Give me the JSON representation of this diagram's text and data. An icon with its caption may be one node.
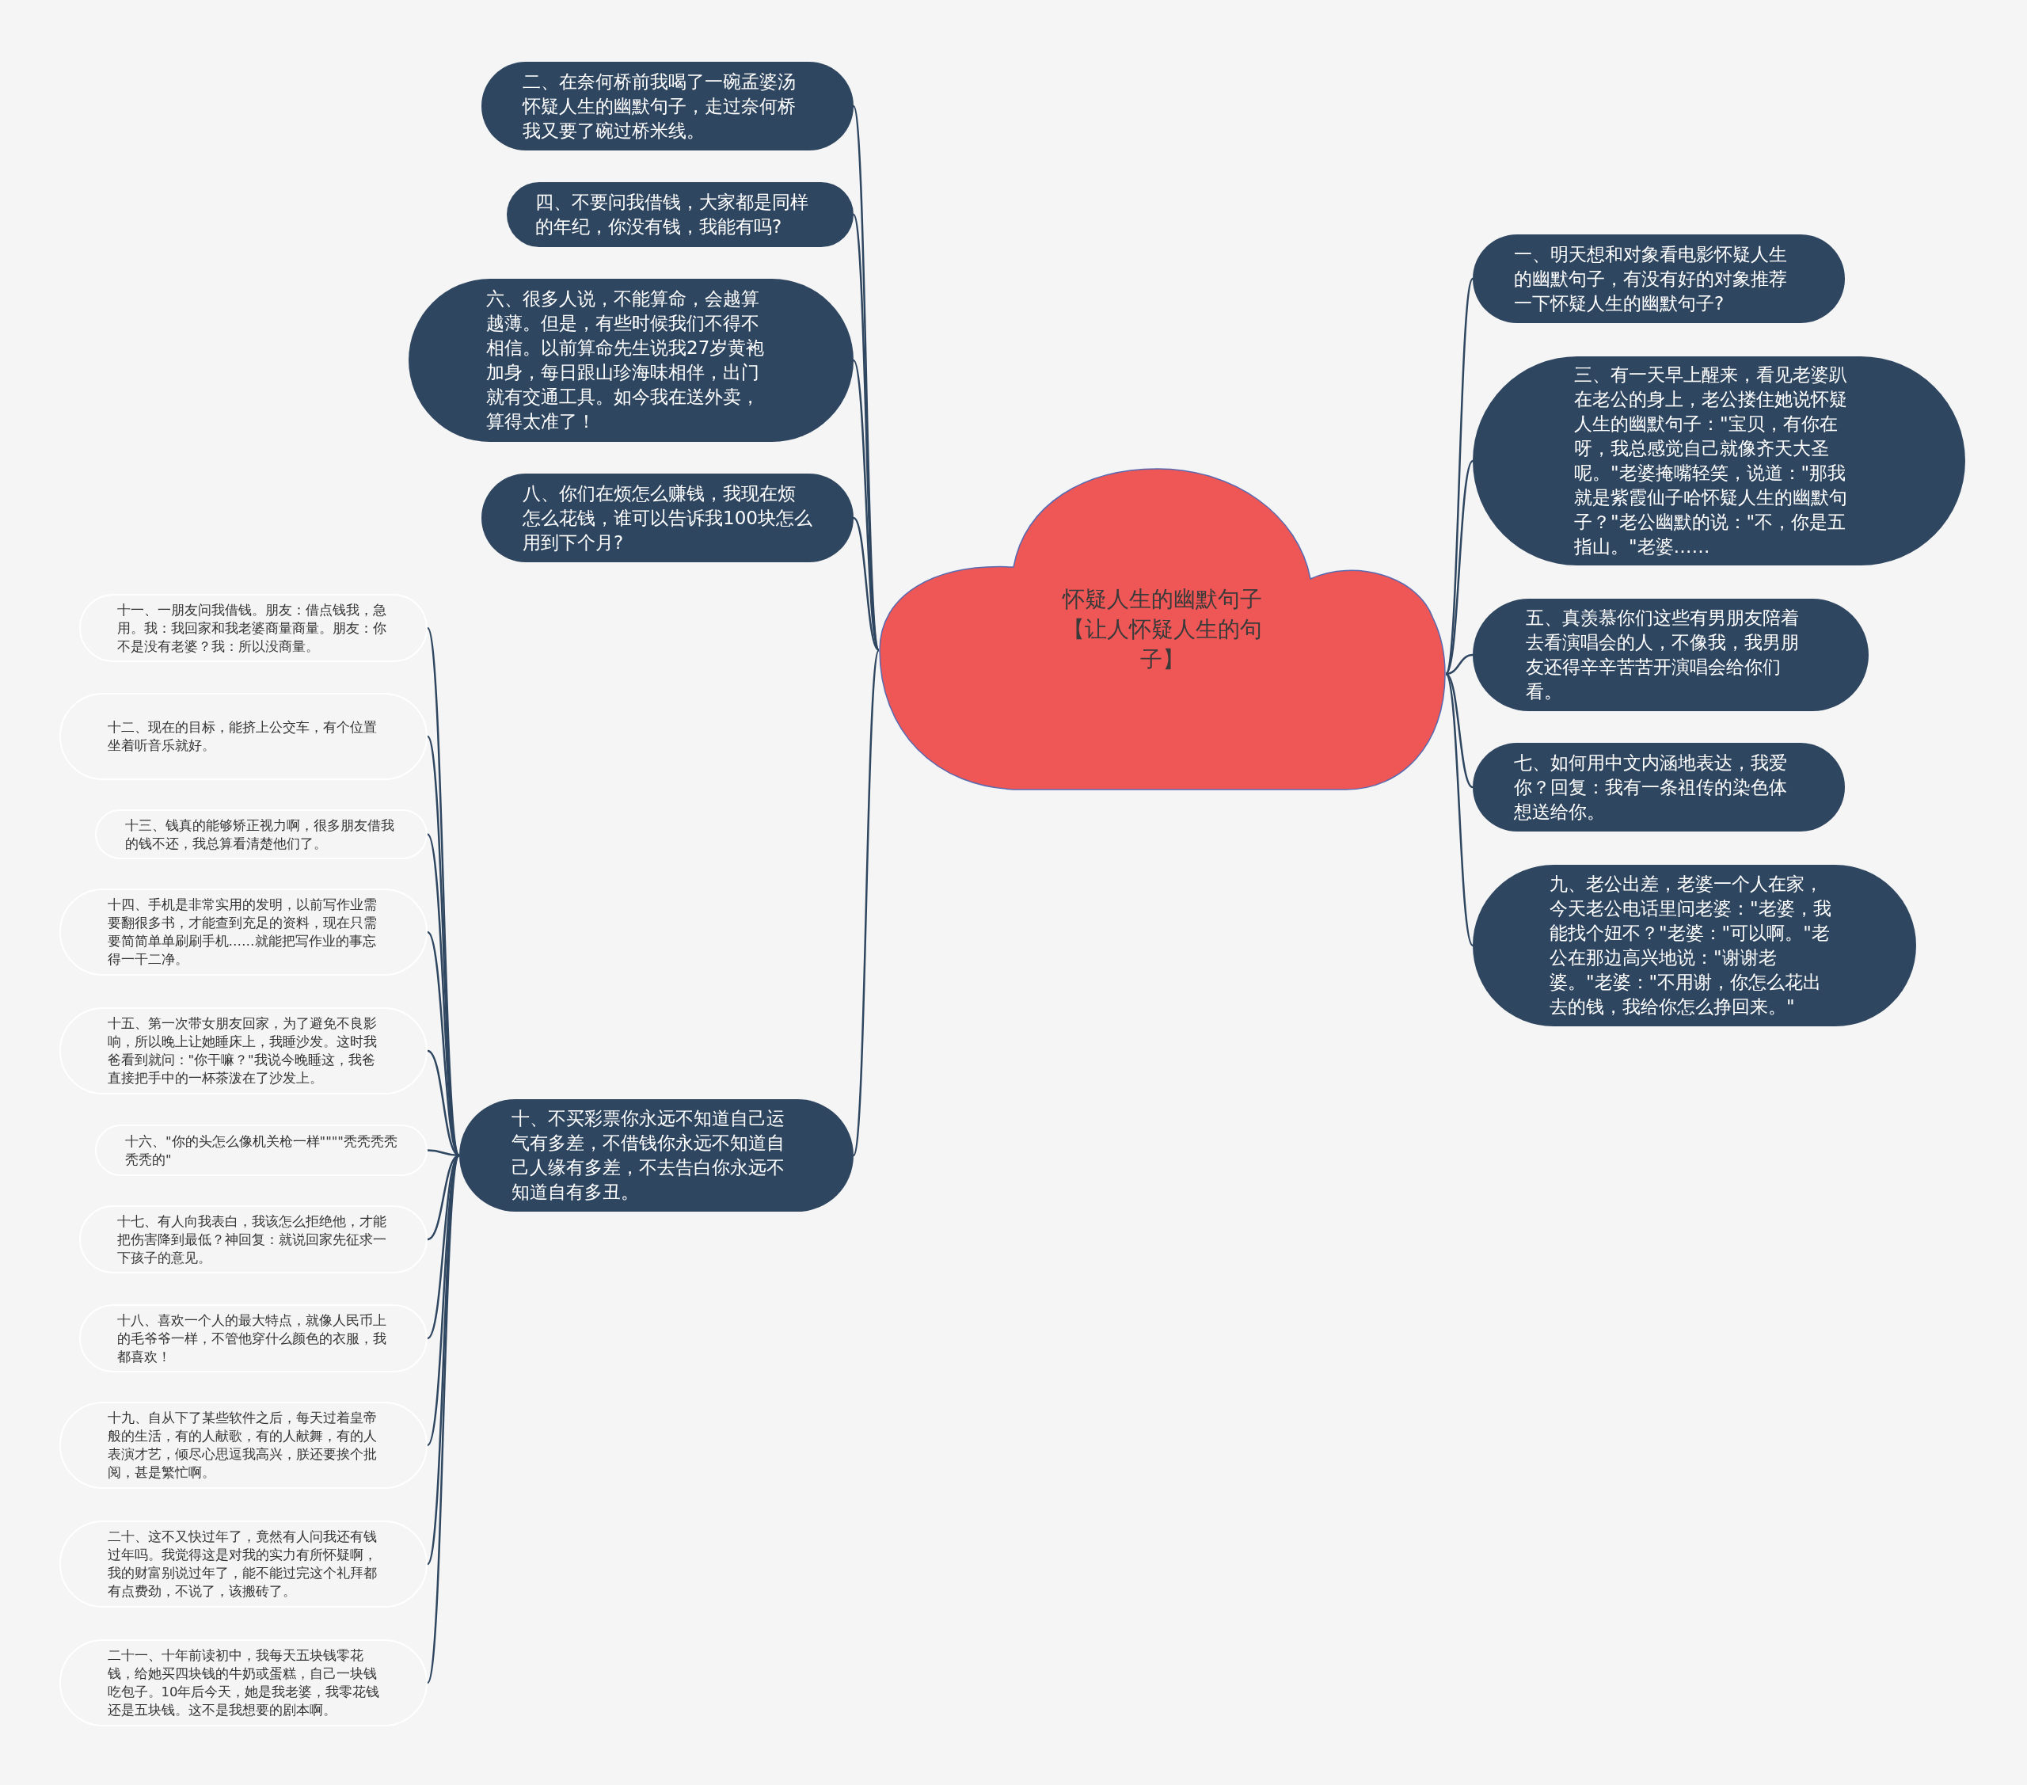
{
  "diagram": {
    "nodes": [
      {
        "text": [
          "怀疑人生的幽默句子【让人怀疑人生的句子】"
        ]
      },
      {
        "text": [
          "二、在奈何桥前我喝了一碗孟婆汤怀疑人生的幽默句子，走过奈何桥我又要了碗过桥米线。"
        ]
      },
      {
        "text": [
          "四、不要问我借钱，大家都是同样的年纪，你没有钱，我能有吗?"
        ]
      },
      {
        "text": [
          "六、很多人说，不能算命，会越算越薄。但是，有些时候我们不得不相信。以前算命先生说我27岁黄袍加身，每日跟山珍海味相伴，出门就有交通工具。如今我在送外卖，算得太准了！"
        ]
      },
      {
        "text": [
          "八、你们在烦怎么赚钱，我现在烦怎么花钱，谁可以告诉我100块怎么用到下个月?"
        ]
      },
      {
        "text": [
          "十、不买彩票你永远不知道自己运气有多差，不借钱你永远不知道自己人缘有多差，不去告白你永远不知道自有多丑。"
        ]
      },
      {
        "text": [
          "十一、一朋友问我借钱。朋友：借点钱我，急用。我：我回家和我老婆商量商量。朋友：你不是没有老婆？我：所以没商量。"
        ]
      },
      {
        "text": [
          "十二、现在的目标，能挤上公交车，有个位置坐着听音乐就好。"
        ]
      },
      {
        "text": [
          "十三、钱真的能够矫正视力啊，很多朋友借我的钱不还，我总算看清楚他们了。"
        ]
      },
      {
        "text": [
          "十四、手机是非常实用的发明，以前写作业需要翻很多书，才能查到充足的资料，现在只需要简简单单刷刷手机……就能把写作业的事忘得一干二净。"
        ]
      },
      {
        "text": [
          "十五、第一次带女朋友回家，为了避免不良影响，所以晚上让她睡床上，我睡沙发。这时我爸看到就问：\"你干嘛？\"我说今晚睡这，我爸直接把手中的一杯茶泼在了沙发上。"
        ]
      },
      {
        "text": [
          "十六、\"你的头怎么像机关枪一样\"\"\"\"秃秃秃秃秃秃的\""
        ]
      },
      {
        "text": [
          "十七、有人向我表白，我该怎么拒绝他，才能把伤害降到最低？神回复：就说回家先征求一下孩子的意见。"
        ]
      },
      {
        "text": [
          "十八、喜欢一个人的最大特点，就像人民币上的毛爷爷一样，不管他穿什么颜色的衣服，我都喜欢！"
        ]
      },
      {
        "text": [
          "十九、自从下了某些软件之后，每天过着皇帝般的生活，有的人献歌，有的人献舞，有的人表演才艺，倾尽心思逗我高兴，朕还要挨个批阅，甚是繁忙啊。"
        ]
      },
      {
        "text": [
          "二十、这不又快过年了，竟然有人问我还有钱过年吗。我觉得这是对我的实力有所怀疑啊，我的财富别说过年了，能不能过完这个礼拜都有点费劲，不说了，该搬砖了。"
        ]
      },
      {
        "text": [
          "二十一、十年前读初中，我每天五块钱零花钱，给她买四块钱的牛奶或蛋糕，自己一块钱吃包子。10年后今天，她是我老婆，我零花钱还是五块钱。这不是我想要的剧本啊。"
        ]
      },
      {
        "text": [
          "一、明天想和对象看电影怀疑人生的幽默句子，有没有好的对象推荐一下怀疑人生的幽默句子?"
        ]
      },
      {
        "text": [
          "三、有一天早上醒来，看见老婆趴在老公的身上，老公搂住她说怀疑人生的幽默句子：\"宝贝，有你在呀，我总感觉自己就像齐天大圣呢。\"老婆掩嘴轻笑，说道：\"那我就是紫霞仙子哈怀疑人生的幽默句子？\"老公幽默的说：\"不，你是五指山。\"老婆……"
        ]
      },
      {
        "text": [
          "五、真羡慕你们这些有男朋友陪着去看演唱会的人，不像我，我男朋友还得辛辛苦苦开演唱会给你们看。"
        ]
      },
      {
        "text": [
          "七、如何用中文内涵地表达，我爱你？回复：我有一条祖传的染色体想送给你。"
        ]
      },
      {
        "text": [
          "九、老公出差，老婆一个人在家，今天老公电话里问老婆：\"老婆，我能找个妞不？\"老婆：\"可以啊。\"老公在那边高兴地说：\"谢谢老婆。\"老婆：\"不用谢，你怎么花出去的钱，我给你怎么挣回来。\""
        ]
      }
    ],
    "edges": [
      {
        "from": 0,
        "to": 1,
        "arrow": "none"
      },
      {
        "from": 0,
        "to": 2,
        "arrow": "none"
      },
      {
        "from": 0,
        "to": 3,
        "arrow": "none"
      },
      {
        "from": 0,
        "to": 4,
        "arrow": "none"
      },
      {
        "from": 0,
        "to": 5,
        "arrow": "none"
      },
      {
        "from": 5,
        "to": 6,
        "arrow": "none"
      },
      {
        "from": 5,
        "to": 7,
        "arrow": "none"
      },
      {
        "from": 5,
        "to": 8,
        "arrow": "none"
      },
      {
        "from": 5,
        "to": 9,
        "arrow": "none"
      },
      {
        "from": 5,
        "to": 10,
        "arrow": "none"
      },
      {
        "from": 5,
        "to": 11,
        "arrow": "none"
      },
      {
        "from": 5,
        "to": 12,
        "arrow": "none"
      },
      {
        "from": 5,
        "to": 13,
        "arrow": "none"
      },
      {
        "from": 5,
        "to": 14,
        "arrow": "none"
      },
      {
        "from": 5,
        "to": 15,
        "arrow": "none"
      },
      {
        "from": 5,
        "to": 16,
        "arrow": "none"
      },
      {
        "from": 0,
        "to": 17,
        "arrow": "none"
      },
      {
        "from": 0,
        "to": 18,
        "arrow": "none"
      },
      {
        "from": 0,
        "to": 19,
        "arrow": "none"
      },
      {
        "from": 0,
        "to": 20,
        "arrow": "none"
      },
      {
        "from": 0,
        "to": 21,
        "arrow": "none"
      }
    ]
  }
}
